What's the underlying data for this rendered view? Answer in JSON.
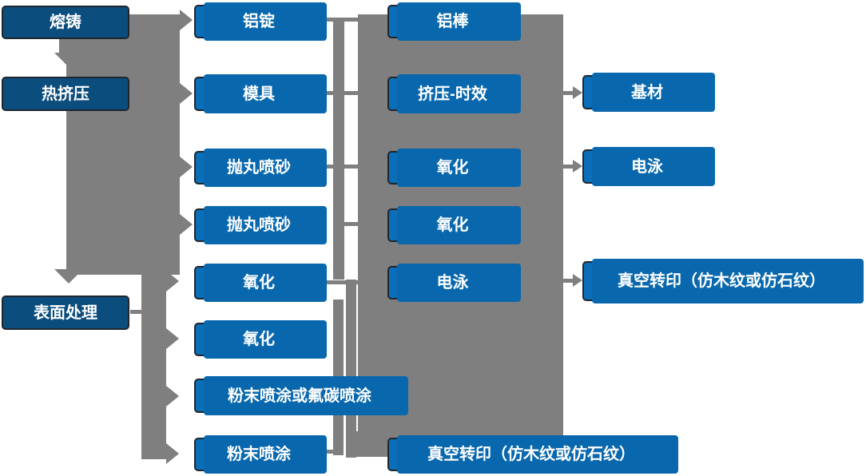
{
  "diagram": {
    "type": "process-flowchart",
    "language": "zh-CN",
    "colors": {
      "node_blue": "#0a6fb8",
      "node_blue_accent": "#0968ad",
      "node_dark_blue": "#0b4d7d",
      "node_border": "#20262e",
      "connector_gray": "#7f7f7f",
      "text": "#ffffff",
      "background": "#ffffff"
    },
    "nodes": {
      "stages": {
        "melting_casting": "熔铸",
        "hot_extrusion": "热挤压",
        "surface_treatment": "表面处理"
      },
      "col2": {
        "aluminum_ingot": "铝锭",
        "mold": "模具",
        "shot_blasting_1": "抛丸喷砂",
        "shot_blasting_2": "抛丸喷砂",
        "oxidation_1": "氧化",
        "oxidation_2": "氧化",
        "powder_or_fluorocarbon_coating": "粉末喷涂或氟碳喷涂",
        "powder_coating": "粉末喷涂"
      },
      "col3": {
        "aluminum_rod": "铝棒",
        "extrusion_aging": "挤压-时效",
        "oxidation_3": "氧化",
        "oxidation_4": "氧化",
        "electrophoresis_1": "电泳",
        "vacuum_transfer_bottom": "真空转印（仿木纹或仿石纹）"
      },
      "col4": {
        "base_material": "基材",
        "electrophoresis_2": "电泳",
        "vacuum_transfer_right": "真空转印（仿木纹或仿石纹）"
      }
    }
  }
}
